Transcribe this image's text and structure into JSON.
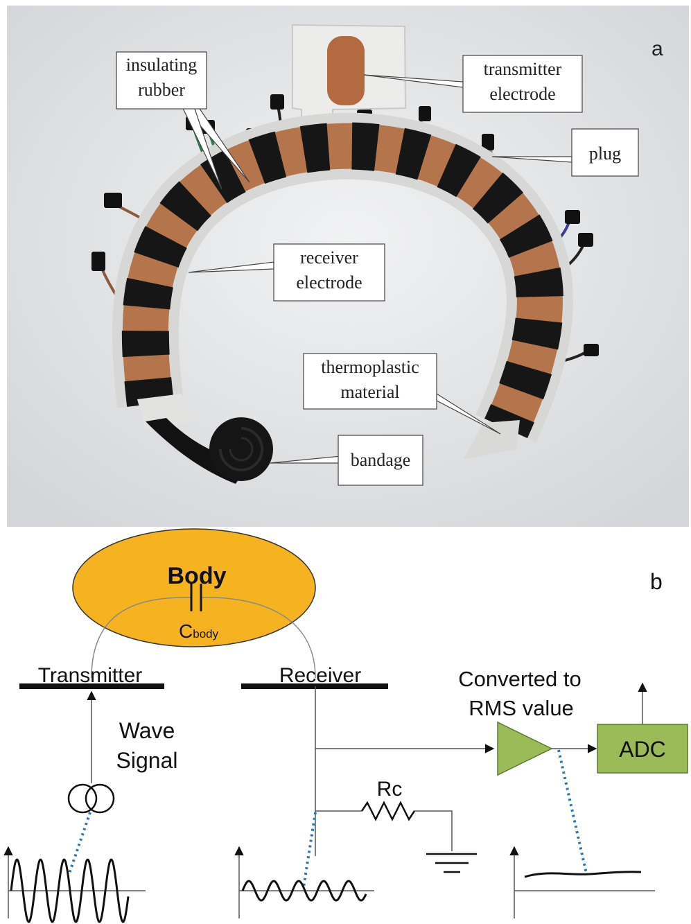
{
  "panel_a": {
    "panel_letter": "a",
    "labels": {
      "insulating_rubber": [
        "insulating",
        "rubber"
      ],
      "transmitter_electrode": [
        "transmitter",
        "electrode"
      ],
      "plug": "plug",
      "receiver_electrode": [
        "receiver",
        "electrode"
      ],
      "thermoplastic_material": [
        "thermoplastic",
        "material"
      ],
      "bandage": "bandage"
    },
    "colors": {
      "background": "#e4e5e7",
      "copper": "#b4744c",
      "black_pad": "#1a1a1a",
      "rubber": "#d9dad8"
    }
  },
  "panel_b": {
    "panel_letter": "b",
    "labels": {
      "body": "Body",
      "capacitor": "C",
      "capacitor_sub": "body",
      "transmitter": "Transmitter",
      "receiver": "Receiver",
      "wave_signal": [
        "Wave",
        "Signal"
      ],
      "converted": [
        "Converted to",
        "RMS value"
      ],
      "resistor": "Rc",
      "adc": "ADC"
    },
    "colors": {
      "body_fill": "#f5b320",
      "amp_fill": "#9bbb59",
      "adc_fill": "#9bbb59",
      "dotted": "#2e75b6"
    }
  }
}
